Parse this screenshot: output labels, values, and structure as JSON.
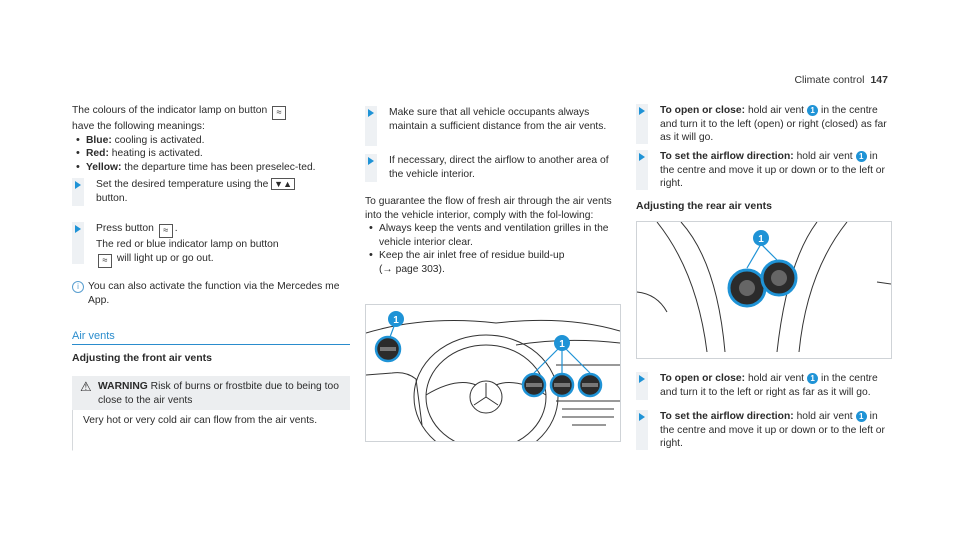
{
  "header": {
    "section": "Climate control",
    "page": "147"
  },
  "col1": {
    "intro": "The colours of the indicator lamp on button",
    "intro_tail": "have the following meanings:",
    "button_icon": "fan-heat-icon",
    "meanings": [
      {
        "label": "Blue:",
        "text": "cooling is activated."
      },
      {
        "label": "Red:",
        "text": "heating is activated."
      },
      {
        "label": "Yellow:",
        "text": "the departure time has been preselec-ted."
      }
    ],
    "step1_a": "Set the desired temperature using the",
    "step1_b": "button.",
    "step2_a": "Press button",
    "step2_b": ".",
    "step2_c": "The red or blue indicator lamp on button",
    "step2_d": "will light up or go out.",
    "info": "You can also activate the function via the Mercedes me App.",
    "section_title": "Air vents",
    "subheading": "Adjusting the front air vents",
    "warning_label": "WARNING",
    "warning_text": "Risk of burns or frostbite due to being too close to the air vents",
    "warning_body": "Very hot or very cold air can flow from the air vents."
  },
  "col2": {
    "step1": "Make sure that all vehicle occupants always maintain a sufficient distance from the air vents.",
    "step2": "If necessary, direct the airflow to another area of the vehicle interior.",
    "para": "To guarantee the flow of fresh air through the air vents into the vehicle interior, comply with the fol-lowing:",
    "bullets": [
      "Always keep the vents and ventilation grilles in the vehicle interior clear.",
      "Keep the air inlet free of residue build-up"
    ],
    "page_ref": "(→ page 303).",
    "callout": "1"
  },
  "col3": {
    "open_label": "To open or close:",
    "open_text_a": "hold air vent",
    "open_text_b": "in the centre and turn it to the left (open) or right (closed) as far as it will go.",
    "dir_label": "To set the airflow direction:",
    "dir_text_a": "hold air vent",
    "dir_text_b": "in the centre and move it up or down or to the left or right.",
    "rear_heading": "Adjusting the rear air vents",
    "open2_text_b": "in the centre and turn it to the left or right as far as it will go.",
    "dir2_text_b": "in the centre and move it up or down or to the left or right.",
    "callout": "1"
  },
  "colors": {
    "accent": "#1f93d6",
    "step_bar": "#eef1f4",
    "warn_bg": "#eceef0"
  }
}
